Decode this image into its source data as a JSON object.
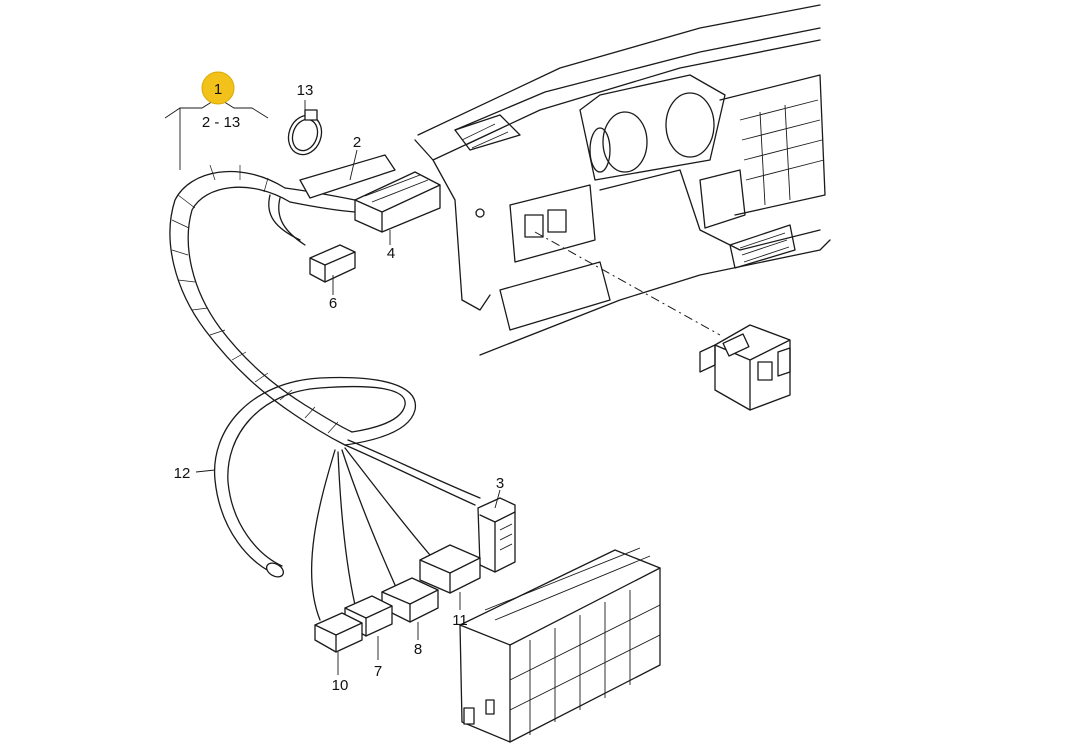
{
  "highlight_color": "#f2c21b",
  "callouts": {
    "main": "1",
    "range": "2 - 13",
    "c2": "2",
    "c3": "3",
    "c4": "4",
    "c6": "6",
    "c7": "7",
    "c8": "8",
    "c10": "10",
    "c11": "11",
    "c12": "12",
    "c13": "13"
  }
}
